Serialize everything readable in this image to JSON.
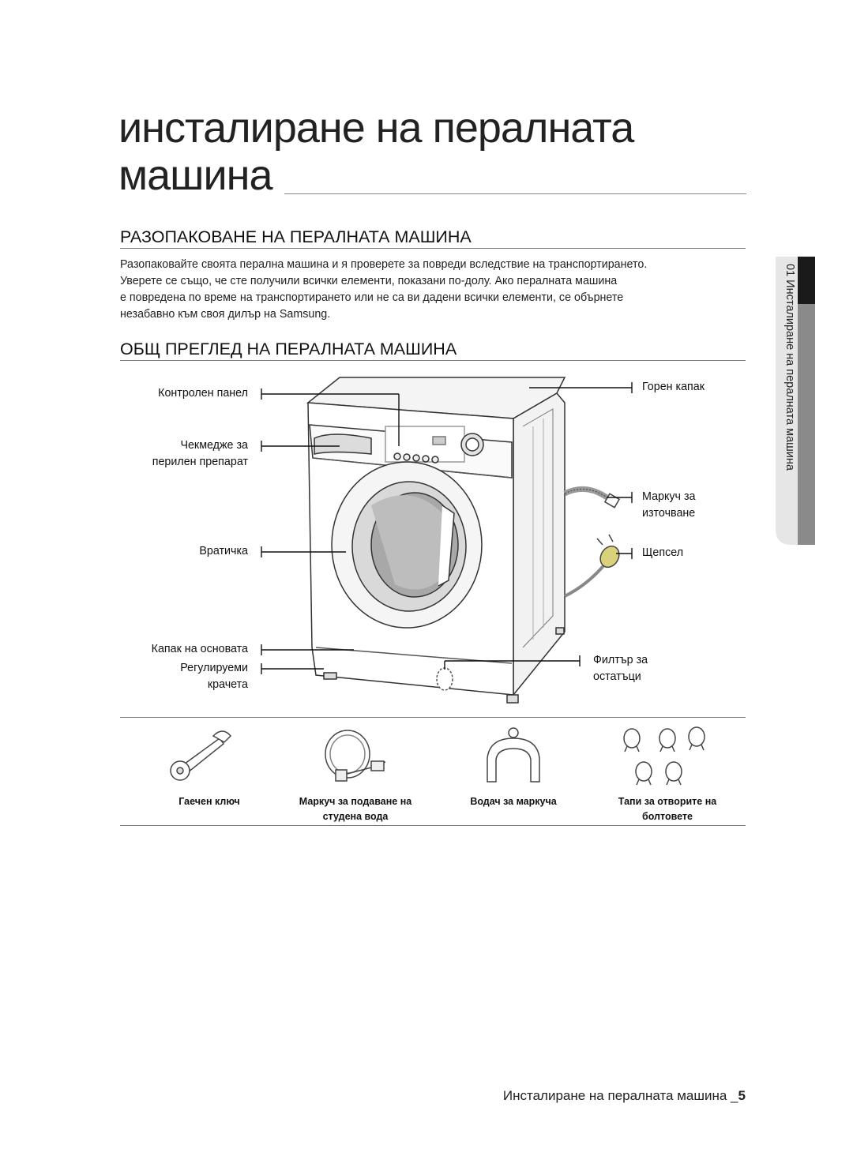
{
  "page": {
    "title": "инсталиране на пералната машина"
  },
  "section_unpack": {
    "heading": "РАЗОПАКОВАНЕ НА ПЕРАЛНАТА МАШИНА",
    "lines": [
      "Разопаковайте своята перална машина и я проверете за повреди вследствие на транспортирането.",
      "Уверете се също, че сте получили всички елементи, показани по-долу. Ако пералната машина",
      "е повредена по време на транспортирането или не са ви дадени всички елементи, се обърнете",
      "незабавно към своя дилър на Samsung."
    ]
  },
  "section_overview": {
    "heading": "ОБЩ ПРЕГЛЕД НА ПЕРАЛНАТА МАШИНА",
    "labels_left": {
      "control_panel": "Контролен панел",
      "drawer_1": "Чекмедже за",
      "drawer_2": "перилен препарат",
      "door": "Вратичка",
      "base_cover": "Капак на основата",
      "feet_1": "Регулируеми",
      "feet_2": "крачета"
    },
    "labels_right": {
      "top_cover": "Горен капак",
      "drain_hose_1": "Маркуч за",
      "drain_hose_2": "източване",
      "plug": "Щепсел",
      "filter_1": "Филтър за",
      "filter_2": "остатъци"
    }
  },
  "accessories": {
    "wrench": "Гаечен ключ",
    "cold_hose_1": "Маркуч за подаване на",
    "cold_hose_2": "студена вода",
    "hose_guide": "Водач за маркуча",
    "caps_1": "Тапи за отворите на",
    "caps_2": "болтовете"
  },
  "side_tab": {
    "text": "01 Инсталиране на пералната машина"
  },
  "footer": {
    "text": "Инсталиране на пералната машина _",
    "page_number": "5"
  },
  "colors": {
    "side_tab_dark": "#1a1a1a",
    "side_tab_grey": "#8a8a8a",
    "side_tab_light": "#e6e6e6"
  }
}
